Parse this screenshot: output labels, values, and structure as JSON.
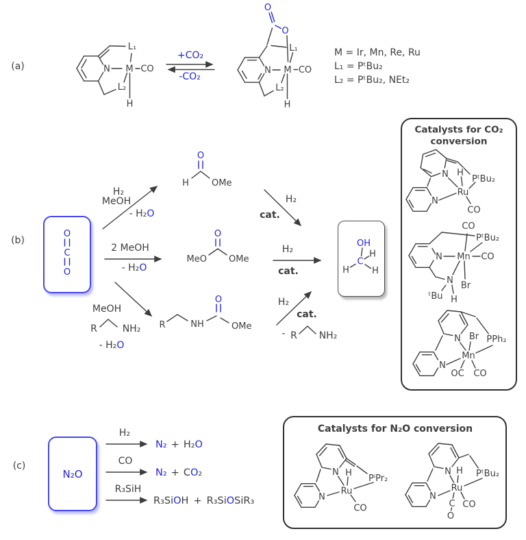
{
  "colors": {
    "blue": "#2424e0",
    "ink": "#3d3d3d"
  },
  "a": {
    "label": "(a)",
    "left": {
      "l1": "L₁",
      "n": "N",
      "m": "M",
      "co": "CO",
      "l2": "L₂",
      "h": "H"
    },
    "eq": {
      "fwd": "+CO₂",
      "rev": "-CO₂"
    },
    "right": {
      "o1": "O",
      "o2": "O",
      "l1": "L₁",
      "n": "N",
      "m": "M",
      "co": "CO",
      "l2": "L₂",
      "h": "H"
    },
    "legend": {
      "m": "M = Ir, Mn, Re, Ru",
      "l1": "L₁ = PᵗBu₂",
      "l2": "L₂ = PᵗBu₂, NEt₂"
    }
  },
  "b": {
    "label": "(b)",
    "co2box": {
      "o1": "O",
      "c": "C",
      "o2": "O"
    },
    "p1": {
      "h2": "H₂",
      "meoh": "MeOH",
      "loss1": "- H₂",
      "loss2": "O"
    },
    "p2": {
      "meoh": "2 MeOH",
      "loss1": "- H₂",
      "loss2": "O"
    },
    "p3": {
      "meoh": "MeOH",
      "r": "R",
      "nh2": "NH₂",
      "loss1": "- H₂",
      "loss2": "O"
    },
    "formate": {
      "o": "O",
      "h": "H",
      "ome": "OMe"
    },
    "dmc": {
      "o": "O",
      "meo": "MeO",
      "ome": "OMe"
    },
    "carbamate": {
      "o": "O",
      "r": "R",
      "nh": "NH",
      "ome": "OMe"
    },
    "c1": {
      "h2": "H₂",
      "cat": "cat."
    },
    "c2": {
      "h2": "H₂",
      "cat": "cat."
    },
    "c3": {
      "h2": "H₂",
      "cat": "cat.",
      "minus": "-",
      "r": "R",
      "nh2": "NH₂"
    },
    "meohbox": {
      "oh": "OH",
      "c": "C",
      "h1": "H",
      "h2": "H",
      "h3": "H"
    }
  },
  "cat_co2": {
    "t1": "Catalysts for CO₂",
    "t2": "conversion",
    "ru": {
      "n1": "N",
      "h": "H",
      "p": "PᵗBu₂",
      "m": "Ru",
      "n2": "N",
      "co": "CO"
    },
    "mn1": {
      "co1": "CO",
      "p": "PᵗBu₂",
      "n1": "N",
      "m": "Mn",
      "co2": "CO",
      "n2": "N",
      "br": "Br",
      "tbu": "ᵗBu",
      "h": "H"
    },
    "mn2": {
      "br": "Br",
      "p": "PPh₂",
      "n1": "N",
      "m": "Mn",
      "n2": "N",
      "oc": "OC",
      "co": "CO"
    }
  },
  "c": {
    "label": "(c)",
    "n2o": "N₂O",
    "r1": {
      "reag": "H₂",
      "p1": "N₂",
      "plus": "+",
      "pa": "H₂",
      "pb": "O"
    },
    "r2": {
      "reag": "CO",
      "p1": "N₂",
      "plus": "+",
      "pa": "C",
      "pb": "O",
      "pc": "₂"
    },
    "r3": {
      "reag": "R₃SiH",
      "pa": "R₃Si",
      "pb": "O",
      "pc": "H",
      "plus": "+",
      "pd": "R₃Si",
      "pe": "O",
      "pf": "SiR₃"
    }
  },
  "cat_n2o": {
    "title": "Catalysts for N₂O conversion",
    "ru1": {
      "n1": "N",
      "h": "H",
      "p": "PⁱPr₂",
      "m": "Ru",
      "n2": "N",
      "co": "CO"
    },
    "ru2": {
      "n1": "N",
      "h": "H",
      "p": "PᵗBu₂",
      "m": "Ru",
      "n2": "N",
      "c": "C",
      "o": "O",
      "co": "CO"
    }
  }
}
